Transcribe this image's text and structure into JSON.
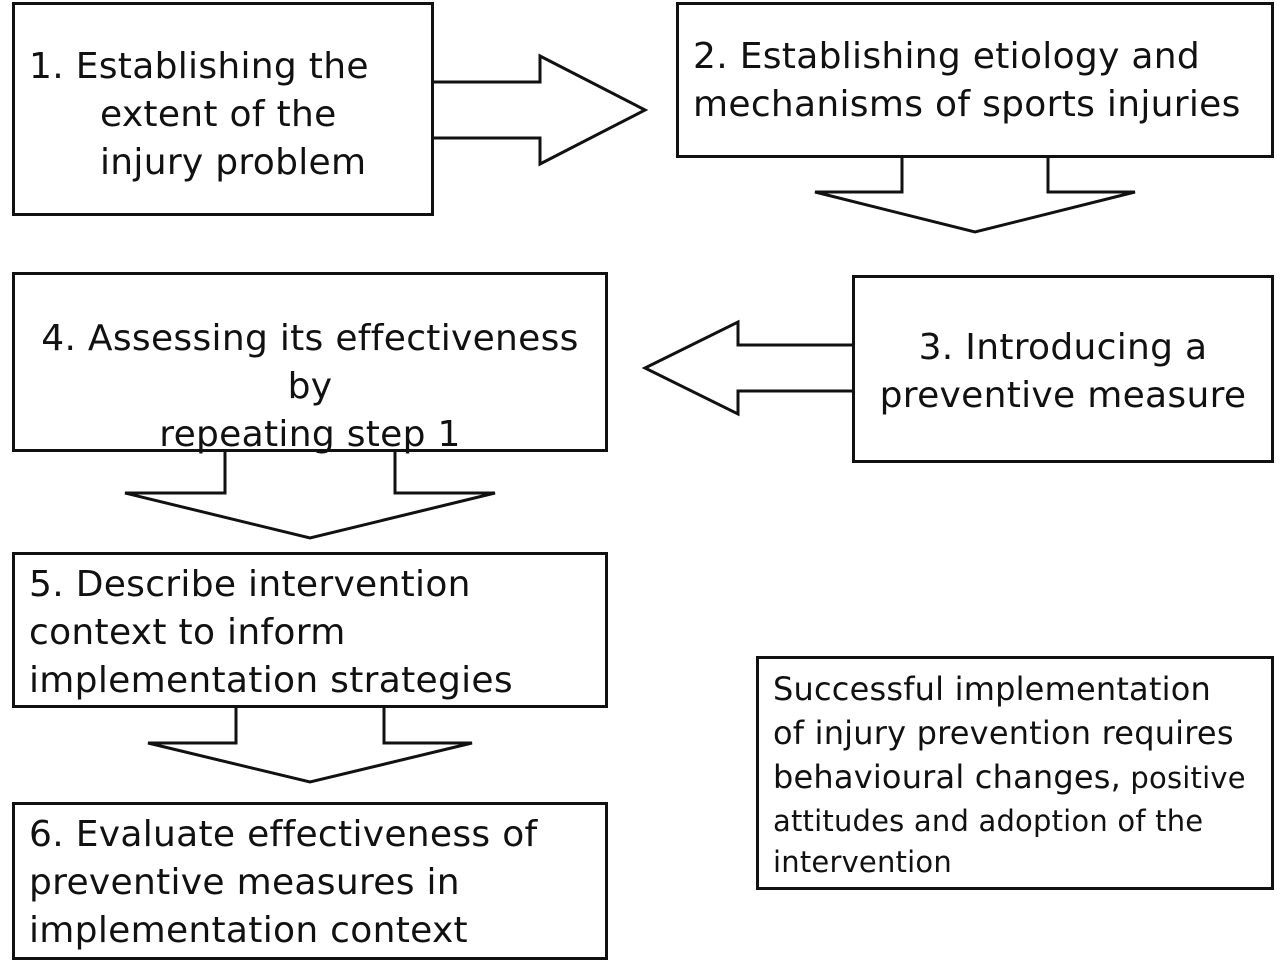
{
  "diagram": {
    "steps": [
      {
        "id": 1,
        "lines": [
          "1.  Establishing the",
          "extent of the",
          "injury problem"
        ]
      },
      {
        "id": 2,
        "lines": [
          "2. Establishing etiology and",
          "mechanisms of sports injuries"
        ]
      },
      {
        "id": 3,
        "lines": [
          "3. Introducing a",
          "preventive measure"
        ]
      },
      {
        "id": 4,
        "lines": [
          "4. Assessing its effectiveness by",
          "repeating step 1"
        ]
      },
      {
        "id": 5,
        "lines": [
          "5. Describe intervention",
          "context to inform",
          "implementation strategies"
        ]
      },
      {
        "id": 6,
        "lines": [
          "6. Evaluate effectiveness of",
          "preventive measures in",
          "implementation context"
        ]
      }
    ],
    "note": {
      "lines": [
        "Successful implementation",
        "of injury prevention requires",
        "behavioural changes,"
      ],
      "small_inline": " positive",
      "small_lines": [
        "attitudes and adoption of the",
        "intervention"
      ]
    },
    "arrows": [
      {
        "from": 1,
        "to": 2,
        "direction": "right"
      },
      {
        "from": 2,
        "to": 3,
        "direction": "down"
      },
      {
        "from": 3,
        "to": 4,
        "direction": "left"
      },
      {
        "from": 4,
        "to": 5,
        "direction": "down"
      },
      {
        "from": 5,
        "to": 6,
        "direction": "down"
      }
    ]
  }
}
